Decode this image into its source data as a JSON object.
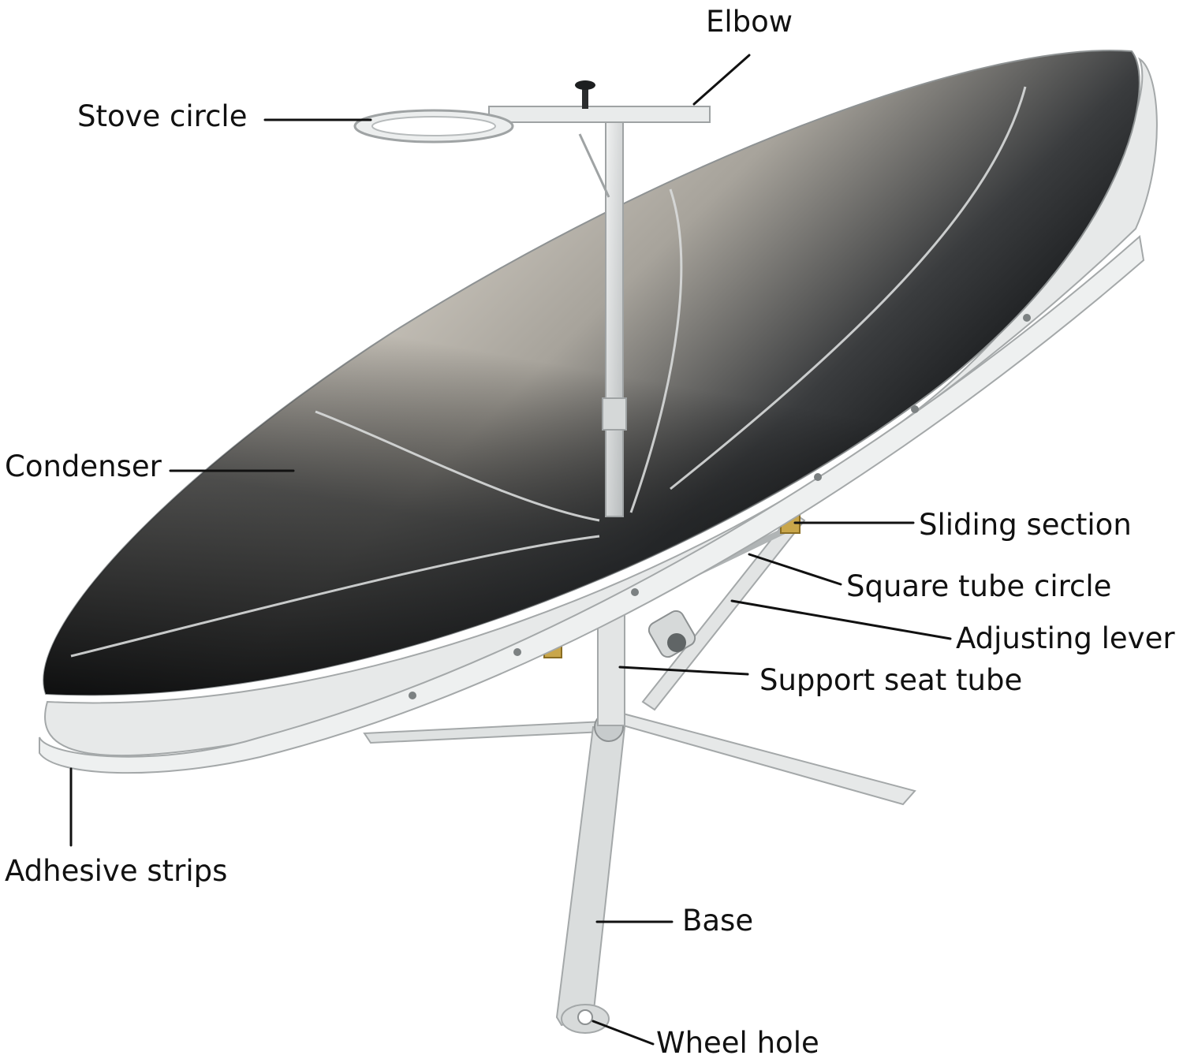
{
  "colors": {
    "frame": "#e4e6e6",
    "frame_edge": "#a9adae",
    "mirror_light": "#c9c4bb",
    "mirror_mid": "#8f8c86",
    "mirror_dark": "#16181a",
    "text": "#111111",
    "background": "#ffffff"
  },
  "labels": {
    "elbow": "Elbow",
    "stove_circle": "Stove circle",
    "condenser": "Condenser",
    "sliding_section": "Sliding section",
    "square_tube_circle": "Square tube circle",
    "adjusting_lever": "Adjusting lever",
    "support_seat_tube": "Support seat tube",
    "adhesive_strips": "Adhesive strips",
    "base": "Base",
    "wheel_hole": "Wheel hole"
  }
}
